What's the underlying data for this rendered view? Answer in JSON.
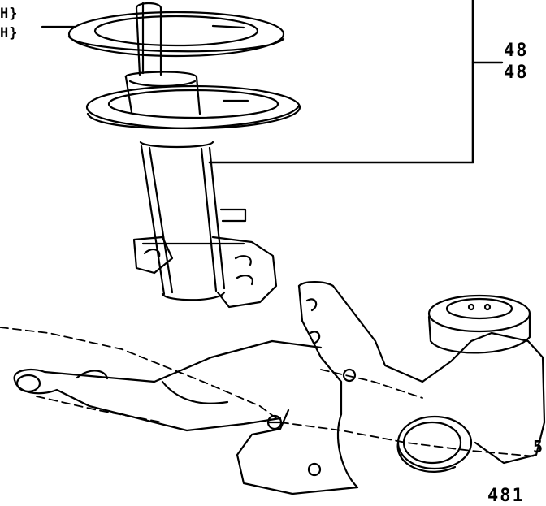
{
  "labels": {
    "brace_top": "H}",
    "brace_bottom": "H}",
    "part_ref_top": "48",
    "part_ref_bottom": "48",
    "part_ref_knuckle": "481",
    "part_ref_edge": "5"
  }
}
